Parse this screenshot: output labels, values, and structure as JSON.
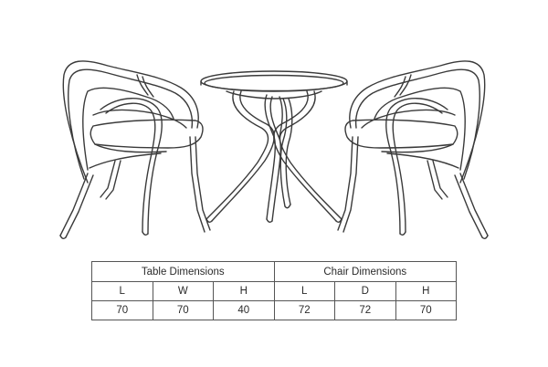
{
  "illustration": {
    "subject": "bistro-set-line-drawing",
    "stroke_color": "#3a3a3a",
    "background_color": "#ffffff"
  },
  "dimensions": {
    "table": {
      "title": "Table Dimensions",
      "columns": [
        "L",
        "W",
        "H"
      ],
      "values": [
        "70",
        "70",
        "40"
      ]
    },
    "chair": {
      "title": "Chair Dimensions",
      "columns": [
        "L",
        "D",
        "H"
      ],
      "values": [
        "72",
        "72",
        "70"
      ]
    }
  }
}
